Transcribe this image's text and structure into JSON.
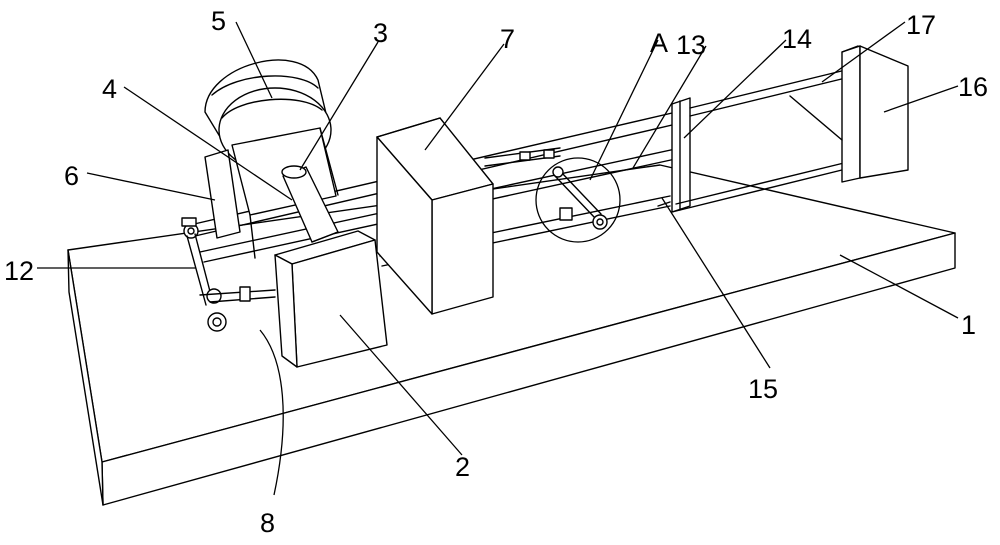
{
  "labels": {
    "l1": "1",
    "l2": "2",
    "l3": "3",
    "l4": "4",
    "l5": "5",
    "l6": "6",
    "l7": "7",
    "l8": "8",
    "l12": "12",
    "l13": "13",
    "l14": "14",
    "l15": "15",
    "l16": "16",
    "l17": "17",
    "lA": "A"
  }
}
